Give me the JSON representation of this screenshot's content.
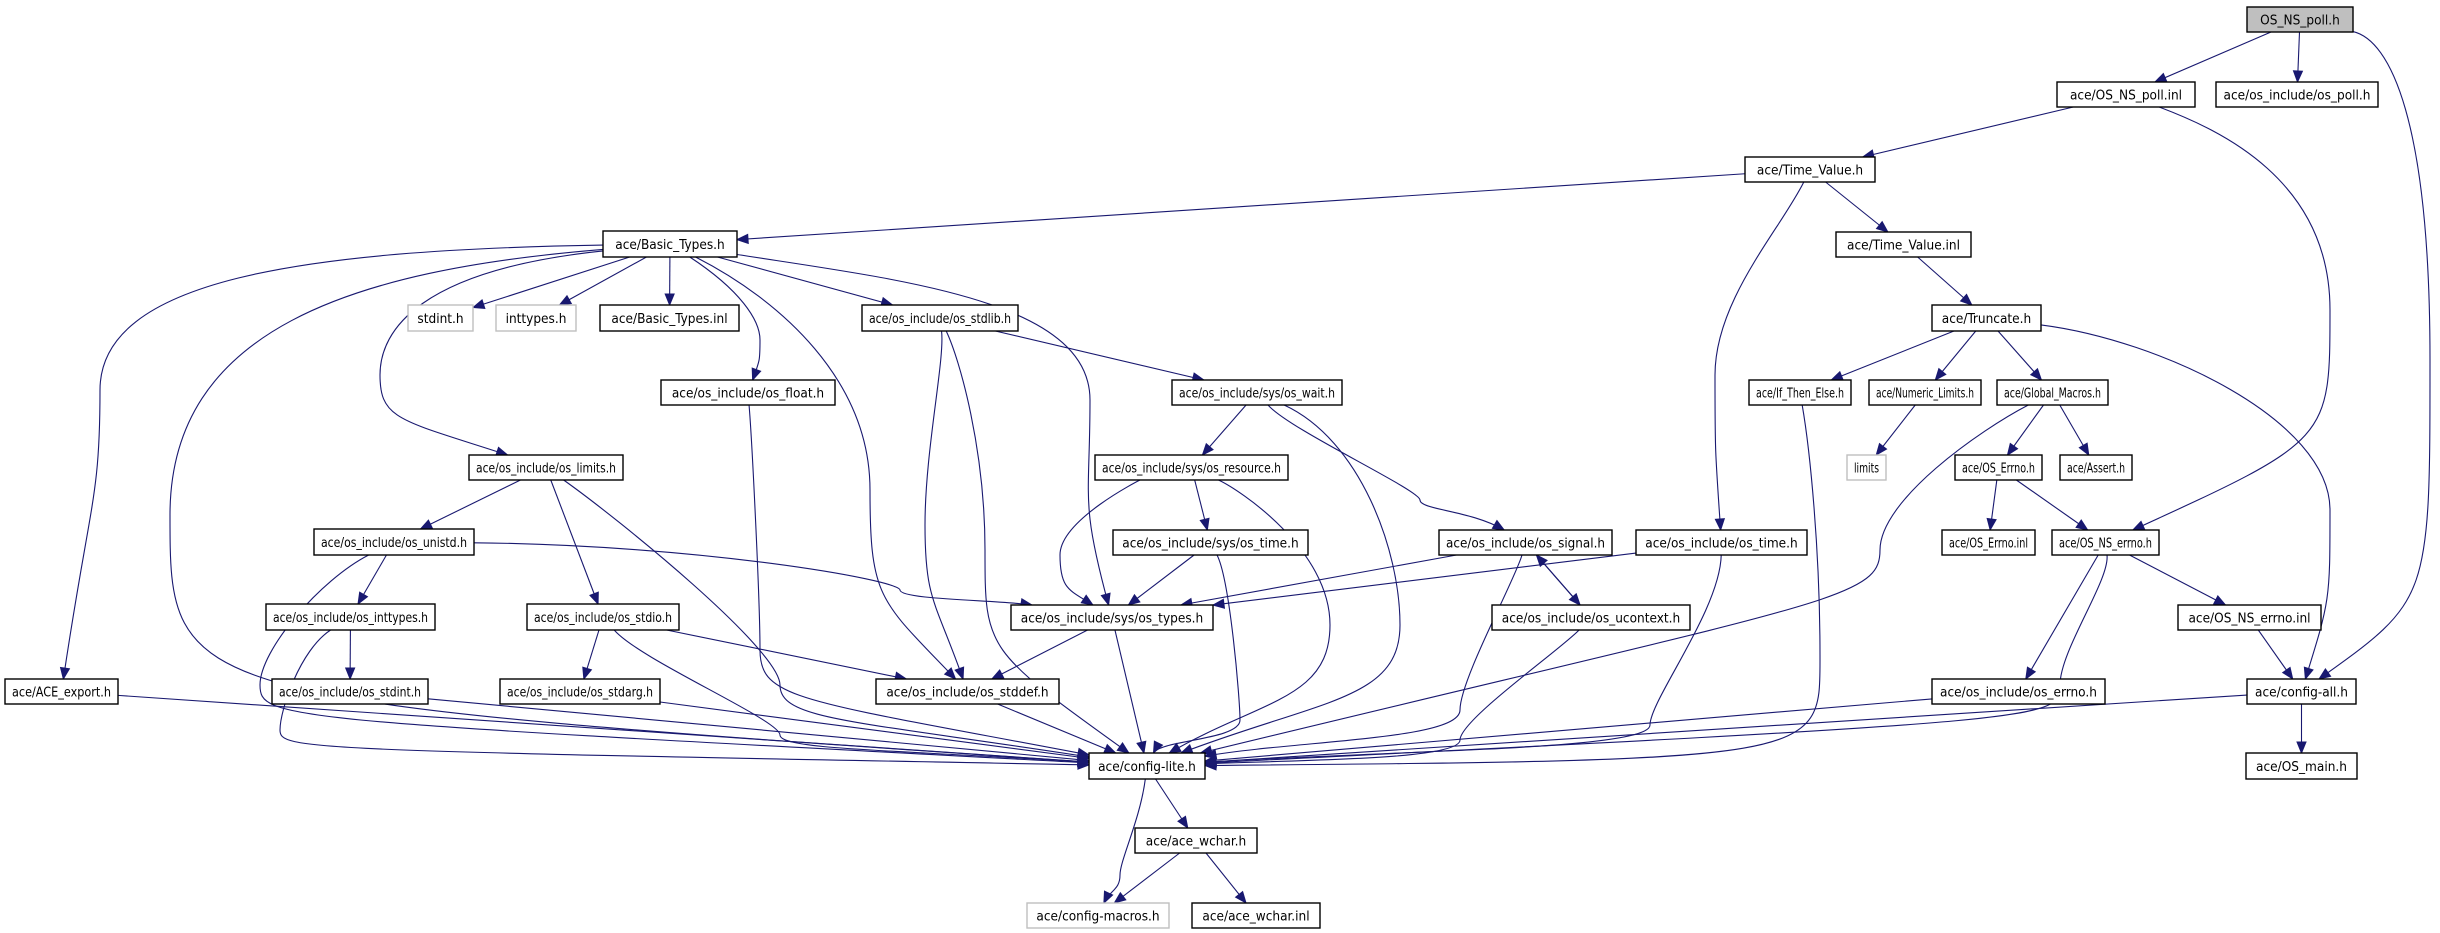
{
  "title": "OS_NS_poll.h include dependency graph",
  "colors": {
    "edge": "#191970",
    "root_fill": "#bfbfbf",
    "node_border": "#000000",
    "external_border": "#bfbfbf",
    "background": "#ffffff"
  },
  "nodes": [
    {
      "id": "os_ns_poll_h",
      "label": "OS_NS_poll.h",
      "kind": "root"
    },
    {
      "id": "os_ns_poll_inl",
      "label": "ace/OS_NS_poll.inl",
      "kind": "file"
    },
    {
      "id": "os_poll_h",
      "label": "ace/os_include/os_poll.h",
      "kind": "file"
    },
    {
      "id": "time_value_h",
      "label": "ace/Time_Value.h",
      "kind": "file"
    },
    {
      "id": "basic_types_h",
      "label": "ace/Basic_Types.h",
      "kind": "file"
    },
    {
      "id": "time_value_inl",
      "label": "ace/Time_Value.inl",
      "kind": "file"
    },
    {
      "id": "stdint_h",
      "label": "stdint.h",
      "kind": "external"
    },
    {
      "id": "inttypes_h",
      "label": "inttypes.h",
      "kind": "external"
    },
    {
      "id": "basic_types_inl",
      "label": "ace/Basic_Types.inl",
      "kind": "file"
    },
    {
      "id": "os_stdlib_h",
      "label": "ace/os_include/os_stdlib.h",
      "kind": "file"
    },
    {
      "id": "truncate_h",
      "label": "ace/Truncate.h",
      "kind": "file"
    },
    {
      "id": "os_float_h",
      "label": "ace/os_include/os_float.h",
      "kind": "file"
    },
    {
      "id": "sys_os_wait_h",
      "label": "ace/os_include/sys/os_wait.h",
      "kind": "file"
    },
    {
      "id": "if_then_else_h",
      "label": "ace/If_Then_Else.h",
      "kind": "file"
    },
    {
      "id": "numeric_limits_h",
      "label": "ace/Numeric_Limits.h",
      "kind": "file"
    },
    {
      "id": "global_macros_h",
      "label": "ace/Global_Macros.h",
      "kind": "file"
    },
    {
      "id": "os_limits_h",
      "label": "ace/os_include/os_limits.h",
      "kind": "file"
    },
    {
      "id": "sys_os_resource_h",
      "label": "ace/os_include/sys/os_resource.h",
      "kind": "file"
    },
    {
      "id": "limits",
      "label": "limits",
      "kind": "external"
    },
    {
      "id": "os_errno_h",
      "label": "ace/OS_Errno.h",
      "kind": "file"
    },
    {
      "id": "assert_h",
      "label": "ace/Assert.h",
      "kind": "file"
    },
    {
      "id": "os_unistd_h",
      "label": "ace/os_include/os_unistd.h",
      "kind": "file"
    },
    {
      "id": "sys_os_time_h",
      "label": "ace/os_include/sys/os_time.h",
      "kind": "file"
    },
    {
      "id": "os_signal_h",
      "label": "ace/os_include/os_signal.h",
      "kind": "file"
    },
    {
      "id": "os_time_h",
      "label": "ace/os_include/os_time.h",
      "kind": "file"
    },
    {
      "id": "os_errno_inl",
      "label": "ace/OS_Errno.inl",
      "kind": "file"
    },
    {
      "id": "os_ns_errno_h",
      "label": "ace/OS_NS_errno.h",
      "kind": "file"
    },
    {
      "id": "os_inttypes_h",
      "label": "ace/os_include/os_inttypes.h",
      "kind": "file"
    },
    {
      "id": "os_stdio_h",
      "label": "ace/os_include/os_stdio.h",
      "kind": "file"
    },
    {
      "id": "sys_os_types_h",
      "label": "ace/os_include/sys/os_types.h",
      "kind": "file"
    },
    {
      "id": "os_ucontext_h",
      "label": "ace/os_include/os_ucontext.h",
      "kind": "file"
    },
    {
      "id": "os_ns_errno_inl",
      "label": "ace/OS_NS_errno.inl",
      "kind": "file"
    },
    {
      "id": "ace_export_h",
      "label": "ace/ACE_export.h",
      "kind": "file"
    },
    {
      "id": "os_stdint_h",
      "label": "ace/os_include/os_stdint.h",
      "kind": "file"
    },
    {
      "id": "os_stdarg_h",
      "label": "ace/os_include/os_stdarg.h",
      "kind": "file"
    },
    {
      "id": "os_stddef_h",
      "label": "ace/os_include/os_stddef.h",
      "kind": "file"
    },
    {
      "id": "os_errno_inc_h",
      "label": "ace/os_include/os_errno.h",
      "kind": "file"
    },
    {
      "id": "config_all_h",
      "label": "ace/config-all.h",
      "kind": "file"
    },
    {
      "id": "config_lite_h",
      "label": "ace/config-lite.h",
      "kind": "file"
    },
    {
      "id": "os_main_h",
      "label": "ace/OS_main.h",
      "kind": "file"
    },
    {
      "id": "ace_wchar_h",
      "label": "ace/ace_wchar.h",
      "kind": "file"
    },
    {
      "id": "config_macros_h",
      "label": "ace/config-macros.h",
      "kind": "external"
    },
    {
      "id": "ace_wchar_inl",
      "label": "ace/ace_wchar.inl",
      "kind": "file"
    }
  ],
  "edges": [
    [
      "os_ns_poll_h",
      "os_ns_poll_inl"
    ],
    [
      "os_ns_poll_h",
      "os_poll_h"
    ],
    [
      "os_ns_poll_h",
      "config_all_h"
    ],
    [
      "os_ns_poll_inl",
      "time_value_h"
    ],
    [
      "os_ns_poll_inl",
      "os_ns_errno_h"
    ],
    [
      "time_value_h",
      "basic_types_h"
    ],
    [
      "time_value_h",
      "time_value_inl"
    ],
    [
      "time_value_h",
      "os_time_h"
    ],
    [
      "time_value_inl",
      "truncate_h"
    ],
    [
      "truncate_h",
      "if_then_else_h"
    ],
    [
      "truncate_h",
      "numeric_limits_h"
    ],
    [
      "truncate_h",
      "global_macros_h"
    ],
    [
      "truncate_h",
      "config_all_h"
    ],
    [
      "numeric_limits_h",
      "limits"
    ],
    [
      "if_then_else_h",
      "config_lite_h"
    ],
    [
      "global_macros_h",
      "os_errno_h"
    ],
    [
      "global_macros_h",
      "assert_h"
    ],
    [
      "global_macros_h",
      "config_lite_h"
    ],
    [
      "os_errno_h",
      "os_errno_inl"
    ],
    [
      "os_errno_h",
      "os_ns_errno_h"
    ],
    [
      "os_ns_errno_h",
      "os_ns_errno_inl"
    ],
    [
      "os_ns_errno_h",
      "os_errno_inc_h"
    ],
    [
      "os_ns_errno_h",
      "config_lite_h"
    ],
    [
      "os_ns_errno_inl",
      "config_all_h"
    ],
    [
      "os_errno_inc_h",
      "config_lite_h"
    ],
    [
      "config_all_h",
      "config_lite_h"
    ],
    [
      "config_all_h",
      "os_main_h"
    ],
    [
      "basic_types_h",
      "ace_export_h"
    ],
    [
      "basic_types_h",
      "config_lite_h"
    ],
    [
      "basic_types_h",
      "os_limits_h"
    ],
    [
      "basic_types_h",
      "stdint_h"
    ],
    [
      "basic_types_h",
      "inttypes_h"
    ],
    [
      "basic_types_h",
      "basic_types_inl"
    ],
    [
      "basic_types_h",
      "os_float_h"
    ],
    [
      "basic_types_h",
      "os_stddef_h"
    ],
    [
      "basic_types_h",
      "os_stdlib_h"
    ],
    [
      "basic_types_h",
      "sys_os_types_h"
    ],
    [
      "os_stdlib_h",
      "sys_os_wait_h"
    ],
    [
      "os_stdlib_h",
      "os_stddef_h"
    ],
    [
      "os_stdlib_h",
      "config_lite_h"
    ],
    [
      "os_float_h",
      "config_lite_h"
    ],
    [
      "sys_os_wait_h",
      "sys_os_resource_h"
    ],
    [
      "sys_os_wait_h",
      "os_signal_h"
    ],
    [
      "sys_os_wait_h",
      "config_lite_h"
    ],
    [
      "sys_os_resource_h",
      "sys_os_time_h"
    ],
    [
      "sys_os_resource_h",
      "sys_os_types_h"
    ],
    [
      "sys_os_resource_h",
      "config_lite_h"
    ],
    [
      "sys_os_time_h",
      "sys_os_types_h"
    ],
    [
      "sys_os_time_h",
      "config_lite_h"
    ],
    [
      "os_signal_h",
      "sys_os_types_h"
    ],
    [
      "os_signal_h",
      "os_ucontext_h"
    ],
    [
      "os_signal_h",
      "config_lite_h"
    ],
    [
      "os_ucontext_h",
      "os_signal_h"
    ],
    [
      "os_ucontext_h",
      "config_lite_h"
    ],
    [
      "os_time_h",
      "sys_os_types_h"
    ],
    [
      "os_time_h",
      "config_lite_h"
    ],
    [
      "os_limits_h",
      "os_unistd_h"
    ],
    [
      "os_limits_h",
      "os_stdio_h"
    ],
    [
      "os_limits_h",
      "config_lite_h"
    ],
    [
      "os_unistd_h",
      "os_inttypes_h"
    ],
    [
      "os_unistd_h",
      "sys_os_types_h"
    ],
    [
      "os_unistd_h",
      "config_lite_h"
    ],
    [
      "os_inttypes_h",
      "os_stdint_h"
    ],
    [
      "os_inttypes_h",
      "config_lite_h"
    ],
    [
      "os_stdint_h",
      "config_lite_h"
    ],
    [
      "os_stdio_h",
      "os_stdarg_h"
    ],
    [
      "os_stdio_h",
      "os_stddef_h"
    ],
    [
      "os_stdio_h",
      "config_lite_h"
    ],
    [
      "os_stdarg_h",
      "config_lite_h"
    ],
    [
      "sys_os_types_h",
      "os_stddef_h"
    ],
    [
      "sys_os_types_h",
      "config_lite_h"
    ],
    [
      "os_stddef_h",
      "config_lite_h"
    ],
    [
      "ace_export_h",
      "config_lite_h"
    ],
    [
      "config_lite_h",
      "ace_wchar_h"
    ],
    [
      "config_lite_h",
      "config_macros_h"
    ],
    [
      "ace_wchar_h",
      "config_macros_h"
    ],
    [
      "ace_wchar_h",
      "ace_wchar_inl"
    ]
  ]
}
